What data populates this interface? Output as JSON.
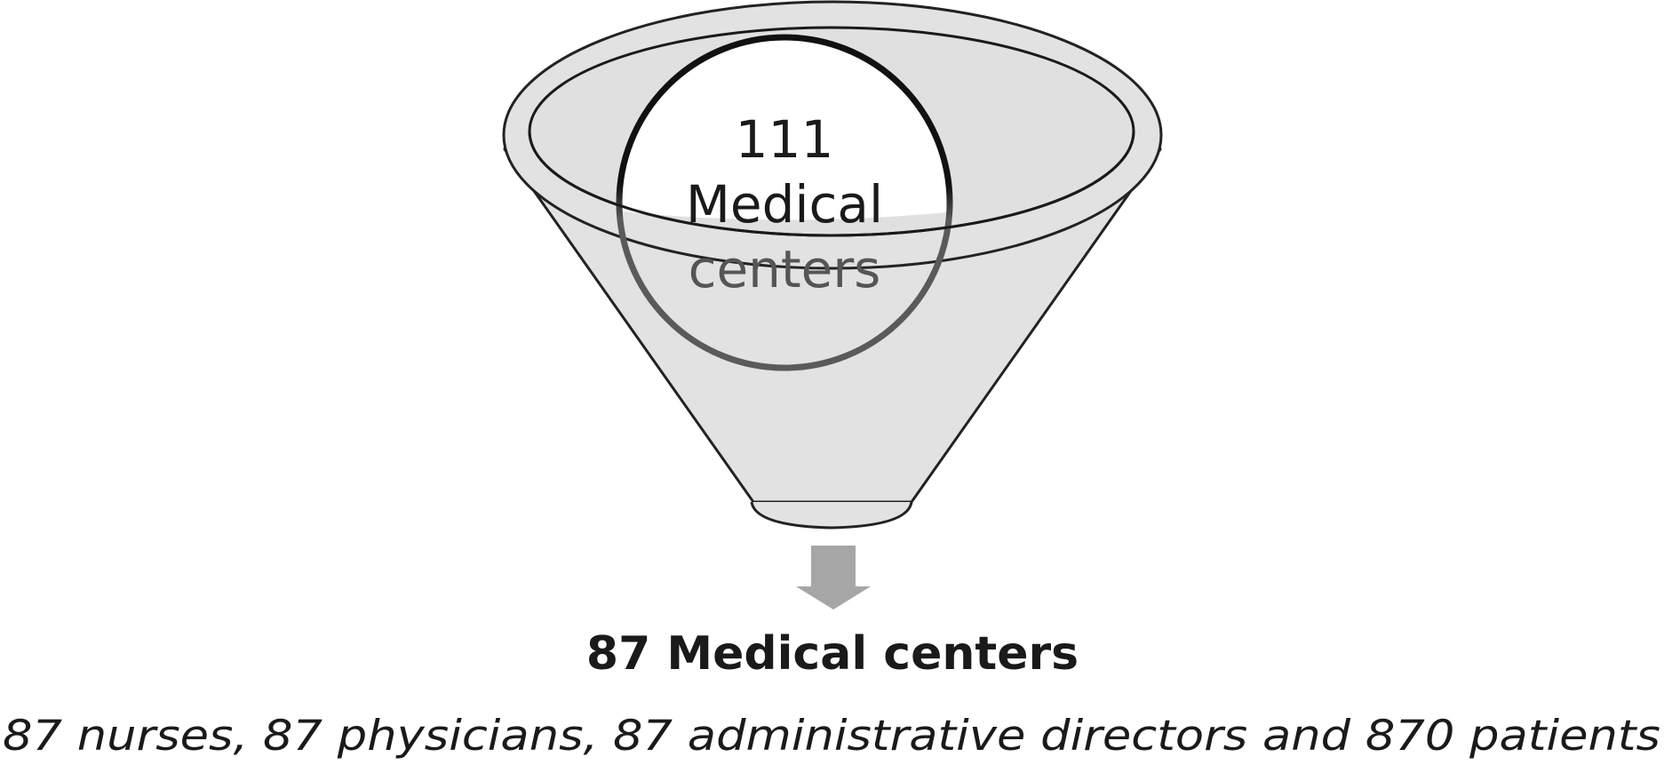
{
  "funnel": {
    "count": "111",
    "label_line1": "Medical",
    "label_line2": "centers"
  },
  "result": {
    "title": "87 Medical centers",
    "detail": "87 nurses, 87 physicians, 87 administrative directors and 870 patients"
  },
  "colors": {
    "funnel_fill": "#e2e2e2",
    "funnel_stroke": "#222222",
    "circle_top": "#111111",
    "circle_bottom": "#5a5a5a",
    "arrow": "#a6a6a6"
  }
}
